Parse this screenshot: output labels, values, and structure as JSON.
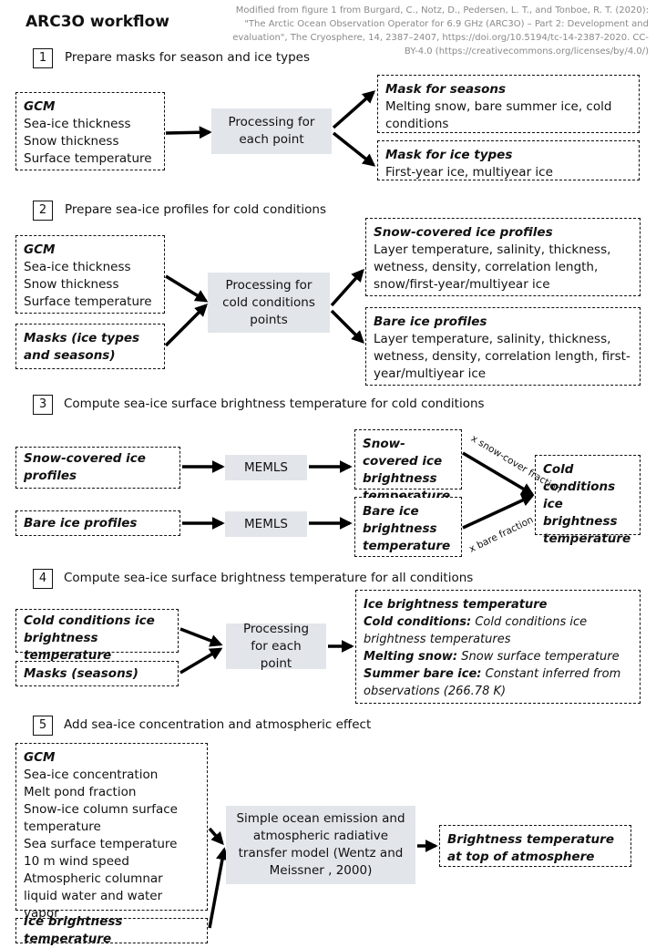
{
  "title": "ARC3O workflow",
  "credit": "Modified from figure 1 from  Burgard, C., Notz, D., Pedersen, L. T., and Tonboe, R. T. (2020): \"The Arctic Ocean Observation Operator for 6.9 GHz (ARC3O) – Part 2: Development and evaluation\",  The Cryosphere, 14, 2387–2407, https://doi.org/10.5194/tc-14-2387-2020. CC-BY-4.0 (https://creativecommons.org/licenses/by/4.0/)",
  "steps": [
    {
      "num": "1",
      "title": "Prepare masks for season and ice types"
    },
    {
      "num": "2",
      "title": "Prepare sea-ice profiles for cold conditions"
    },
    {
      "num": "3",
      "title": "Compute sea-ice surface brightness temperature for cold conditions"
    },
    {
      "num": "4",
      "title": "Compute sea-ice surface brightness temperature for all conditions"
    },
    {
      "num": "5",
      "title": "Add sea-ice concentration and atmospheric effect"
    }
  ],
  "s1": {
    "gcm": {
      "head": "GCM",
      "lines": [
        "Sea-ice thickness",
        "Snow thickness",
        "Surface temperature"
      ]
    },
    "process": "Processing for each point",
    "mask_seasons": {
      "head": "Mask for seasons",
      "body": "Melting snow, bare summer ice, cold conditions"
    },
    "mask_ice": {
      "head": "Mask for ice types",
      "body": "First-year ice, multiyear ice"
    }
  },
  "s2": {
    "gcm": {
      "head": "GCM",
      "lines": [
        "Sea-ice thickness",
        "Snow thickness",
        "Surface temperature"
      ]
    },
    "masks": "Masks (ice types and seasons)",
    "process": "Processing for cold conditions points",
    "snow_profiles": {
      "head": "Snow-covered ice profiles",
      "body": "Layer temperature, salinity, thickness, wetness, density, correlation length, snow/first-year/multiyear ice"
    },
    "bare_profiles": {
      "head": "Bare ice profiles",
      "body": "Layer temperature, salinity, thickness, wetness, density, correlation length, first-year/multiyear ice"
    }
  },
  "s3": {
    "snow_in": "Snow-covered ice profiles",
    "bare_in": "Bare ice profiles",
    "memls1": "MEMLS",
    "memls2": "MEMLS",
    "snow_tb": "Snow-covered ice brightness temperature",
    "bare_tb": "Bare ice brightness temperature",
    "cold_tb": "Cold conditions ice brightness temperature",
    "label_snow": "x snow-cover fraction",
    "label_bare": "x bare fraction"
  },
  "s4": {
    "cold_in": "Cold conditions ice brightness temperature",
    "masks": "Masks (seasons)",
    "process": "Processing for each point",
    "out_head": "Ice brightness temperature",
    "out_cold_k": "Cold conditions:",
    "out_cold_v": "Cold conditions ice brightness temperatures",
    "out_melt_k": "Melting snow:",
    "out_melt_v": "Snow surface temperature",
    "out_summer_k": "Summer bare ice:",
    "out_summer_v": "Constant inferred from observations (266.78 K)"
  },
  "s5": {
    "gcm": {
      "head": "GCM",
      "lines": [
        "Sea-ice concentration",
        "Melt pond fraction",
        "Snow-ice column surface temperature",
        "Sea surface temperature",
        "10 m wind speed",
        "Atmospheric columnar liquid water and water vapor"
      ]
    },
    "ice_tb": "Ice brightness temperature",
    "process": "Simple ocean emission and atmospheric radiative transfer model (Wentz and Meissner , 2000)",
    "out": "Brightness temperature at top of atmosphere"
  }
}
